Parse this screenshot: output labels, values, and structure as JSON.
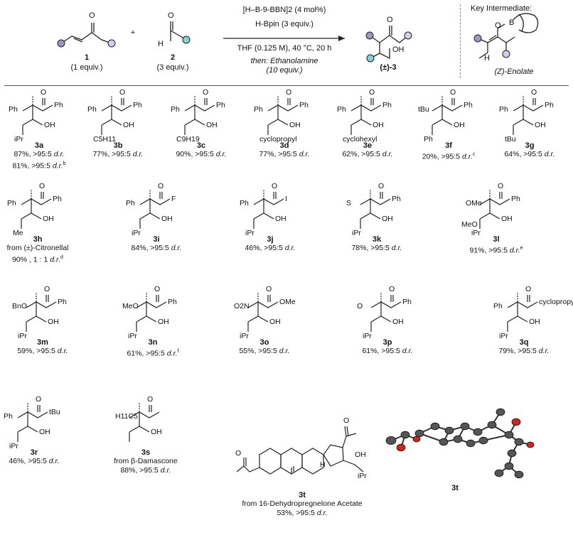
{
  "scheme": {
    "reactant1_label": "1",
    "reactant1_equiv": "(1 equiv.)",
    "plus": "+",
    "reactant2_label": "2",
    "reactant2_equiv": "(3 equiv.)",
    "carbonyl_O": "O",
    "hydrogen": "H",
    "catalyst": "[H–B-9-BBN]2 (4 mol%)",
    "reductant": "H-Bpin (3 equiv.)",
    "conditions": "THF (0.125 M), 40 °C, 20 h",
    "quench_line1": "then: Ethanolamine",
    "quench_line2": "(10 equiv.)",
    "product_label": "(±)-3",
    "product_OH": "OH",
    "key_title": "Key Intermediate:",
    "key_B": "B",
    "key_caption": "(Z)-Enolate",
    "colors": {
      "purple": "#9a98c6",
      "lavender": "#cfcdf0",
      "teal": "#7fd3d3",
      "stroke": "#222222"
    }
  },
  "compounds": [
    {
      "id": "3a",
      "label": "3a",
      "yield": "87%, >95:5",
      "dr": "d.r.",
      "yield2": "81%, >95:5",
      "dr2": "d.r.",
      "sup2": "b",
      "R1": "Ph",
      "R2": "Ph",
      "R3": "iPr",
      "OH": "OH",
      "O": "O"
    },
    {
      "id": "3b",
      "label": "3b",
      "yield": "77%, >95:5",
      "dr": "d.r.",
      "R1": "Ph",
      "R2": "Ph",
      "R3": "C5H11",
      "OH": "OH",
      "O": "O"
    },
    {
      "id": "3c",
      "label": "3c",
      "yield": "90%, >95:5",
      "dr": "d.r.",
      "R1": "Ph",
      "R2": "Ph",
      "R3": "C9H19",
      "OH": "OH",
      "O": "O"
    },
    {
      "id": "3d",
      "label": "3d",
      "yield": "77%, >95:5",
      "dr": "d.r.",
      "R1": "Ph",
      "R2": "Ph",
      "R3": "cyclopropyl",
      "OH": "OH",
      "O": "O"
    },
    {
      "id": "3e",
      "label": "3e",
      "yield": "62%, >95:5",
      "dr": "d.r.",
      "R1": "Ph",
      "R2": "Ph",
      "R3": "cyclohexyl",
      "OH": "OH",
      "O": "O"
    },
    {
      "id": "3f",
      "label": "3f",
      "yield": "20%, >95:5",
      "dr": "d.r.",
      "sup": "c",
      "R1": "tBu",
      "R2": "Ph",
      "R3": "Ph",
      "OH": "OH",
      "O": "O"
    },
    {
      "id": "3g",
      "label": "3g",
      "yield": "64%, >95:5",
      "dr": "d.r.",
      "R1": "Ph",
      "R2": "Ph",
      "R3": "tBu",
      "OH": "OH",
      "O": "O"
    },
    {
      "id": "3h",
      "label": "3h",
      "note": "from (±)-Citronellal",
      "yield": "90% , 1 : 1",
      "dr": "d.r.",
      "sup": "d",
      "R1": "Ph",
      "R2": "Ph",
      "R3": "Me",
      "OH": "OH",
      "O": "O"
    },
    {
      "id": "3i",
      "label": "3i",
      "yield": "84%, >95:5",
      "dr": "d.r.",
      "R1": "Ph",
      "R2": "F",
      "R3": "iPr",
      "OH": "OH",
      "O": "O"
    },
    {
      "id": "3j",
      "label": "3j",
      "yield": "46%, >95:5",
      "dr": "d.r.",
      "R1": "Ph",
      "R2": "I",
      "R3": "iPr",
      "OH": "OH",
      "O": "O"
    },
    {
      "id": "3k",
      "label": "3k",
      "yield": "78%, >95:5",
      "dr": "d.r.",
      "R1": "S",
      "R2": "Ph",
      "R3": "iPr",
      "OH": "OH",
      "O": "O"
    },
    {
      "id": "3l",
      "label": "3l",
      "yield": "91%, >95:5",
      "dr": "d.r.",
      "sup": "e",
      "R1": "OMe",
      "R1b": "MeO",
      "R2": "Ph",
      "R3": "iPr",
      "OH": "OH",
      "O": "O"
    },
    {
      "id": "3m",
      "label": "3m",
      "yield": "59%, >95:5",
      "dr": "d.r.",
      "R1": "BnO",
      "R2": "Ph",
      "R3": "iPr",
      "OH": "OH",
      "O": "O"
    },
    {
      "id": "3n",
      "label": "3n",
      "yield": "61%, >95:5",
      "dr": "d.r.",
      "sup": "f",
      "R1": "MeO",
      "R2": "Ph",
      "R3": "iPr",
      "OH": "OH",
      "O": "O"
    },
    {
      "id": "3o",
      "label": "3o",
      "yield": "55%, >95:5",
      "dr": "d.r.",
      "R1": "O2N",
      "R2": "OMe",
      "R3": "iPr",
      "OH": "OH",
      "O": "O"
    },
    {
      "id": "3p",
      "label": "3p",
      "yield": "61%, >95:5",
      "dr": "d.r.",
      "R1": "O",
      "R2": "Ph",
      "R3": "iPr",
      "OH": "OH",
      "O": "O"
    },
    {
      "id": "3q",
      "label": "3q",
      "yield": "79%, >95:5",
      "dr": "d.r.",
      "R1": "Ph",
      "R2": "cyclopropyl",
      "R3": "iPr",
      "OH": "OH",
      "O": "O"
    },
    {
      "id": "3r",
      "label": "3r",
      "yield": "46%, >95:5",
      "dr": "d.r.",
      "R1": "Ph",
      "R2": "tBu",
      "R3": "iPr",
      "OH": "OH",
      "O": "O"
    },
    {
      "id": "3s",
      "label": "3s",
      "note": "from β-Damascone",
      "yield": "88%, >95:5",
      "dr": "d.r.",
      "R1": "H11C5",
      "OH": "OH",
      "O": "O"
    },
    {
      "id": "3t",
      "label": "3t",
      "note": "from 16-Dehydropregnelone Acetate",
      "yield": "53%, >95:5",
      "dr": "d.r.",
      "OH": "OH",
      "O": "O",
      "H": "H",
      "R3": "iPr"
    },
    {
      "id": "3t-xray",
      "label": "3t"
    }
  ]
}
